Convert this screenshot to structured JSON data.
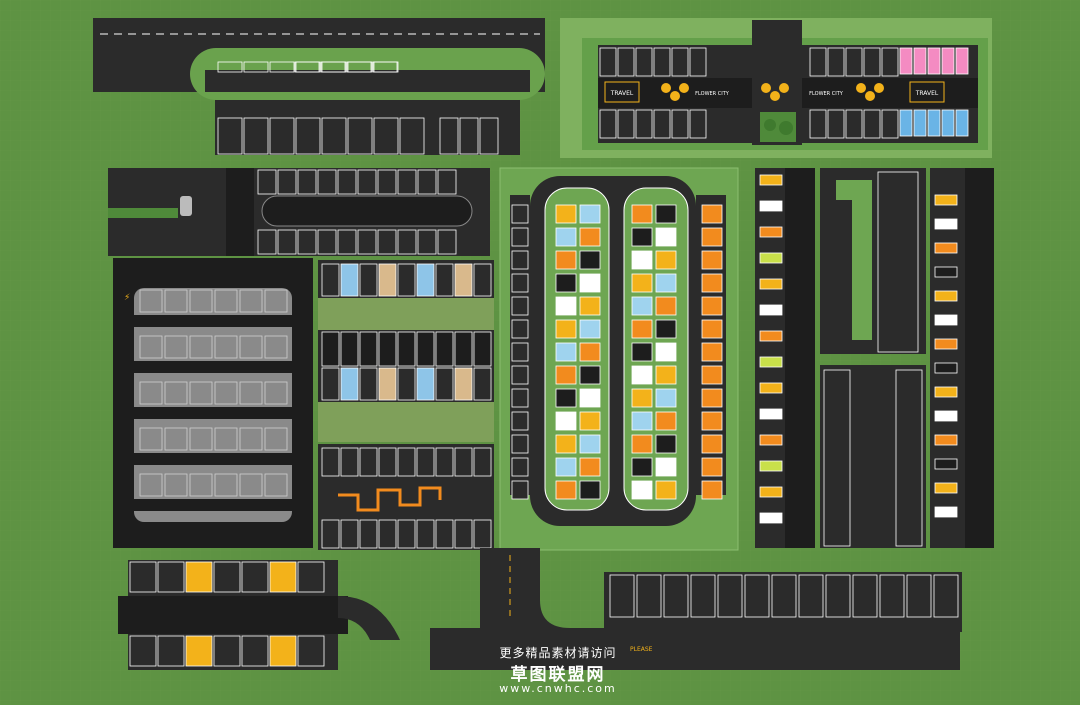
{
  "colors": {
    "grass": "#5e9343",
    "asphalt": "#2b2b2b",
    "asphalt_dark": "#1d1d1d",
    "concrete": "#8a8a8a",
    "yellow": "#f3b21a",
    "orange": "#f28b1e",
    "light_blue": "#9fd3ee",
    "pink": "#f48bc2",
    "sky_tile": "#6ab4e6"
  },
  "signage": {
    "travel": "TRAVEL",
    "flower_city": "FLOWER CITY",
    "please": "PLEASE"
  },
  "watermark": {
    "line1": "更多精品素材请访问",
    "line2": "草图联盟网",
    "line3": "www.cnwhc.com"
  }
}
